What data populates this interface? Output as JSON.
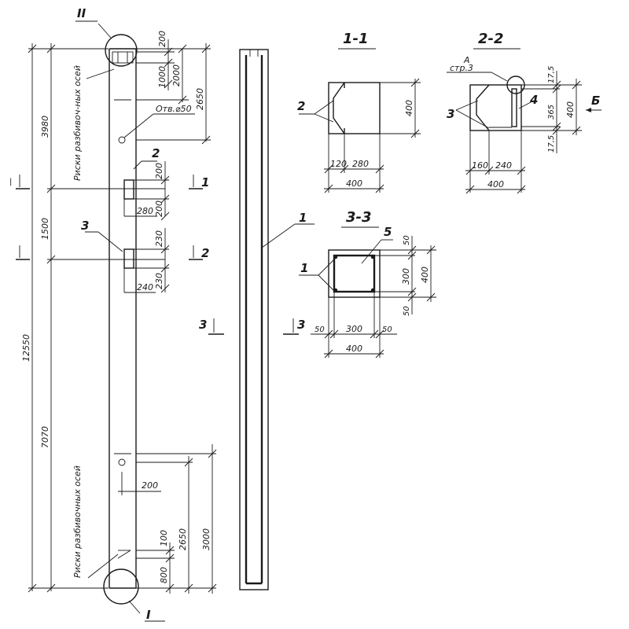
{
  "sections": {
    "s11": "1-1",
    "s22": "2-2",
    "s33": "3-3"
  },
  "callouts": {
    "node_II": "II",
    "node_I": "I",
    "pos1": "1",
    "pos2": "2",
    "pos3": "3",
    "pos4": "4",
    "pos5": "5",
    "cut1": "1",
    "cut2": "2",
    "cut3": "3",
    "view_B": "Б",
    "detail_A": "A",
    "detail_ref": "стр.3"
  },
  "notes": {
    "hole": "Отв.⌀50",
    "loops_top": "Риски разбивоч-ных осей",
    "loops_bottom": "Риски разбивочных осей"
  },
  "dims": {
    "total": "12550",
    "top_3980": "3980",
    "mid_1500": "1500",
    "bot_7070": "7070",
    "d200_top": "200",
    "d1000": "1000",
    "d2000": "2000",
    "d2650_top": "2650",
    "d200_emb2": "200",
    "d280": "280",
    "d200_emb2b": "200",
    "d230": "230",
    "d230b": "230",
    "d240": "240",
    "d200_bot": "200",
    "d100": "100",
    "d800": "800",
    "d2650_bot": "2650",
    "d3000": "3000",
    "s11_120": "120",
    "s11_280": "280",
    "s11_400w": "400",
    "s11_400h": "400",
    "s22_160": "160",
    "s22_240": "240",
    "s22_400w": "400",
    "s22_400h": "400",
    "s22_365": "365",
    "s22_175a": "17,5",
    "s22_175b": "17,5",
    "s33_50l": "50",
    "s33_300": "300",
    "s33_50r": "50",
    "s33_400w": "400",
    "s33_50t": "50",
    "s33_300v": "300",
    "s33_50b": "50",
    "s33_400h": "400"
  }
}
